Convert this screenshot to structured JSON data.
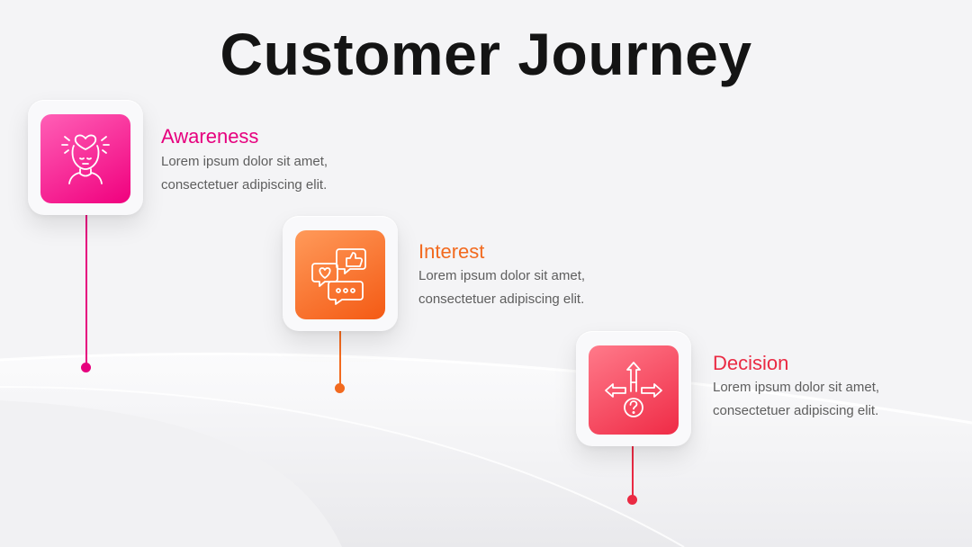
{
  "title": "Customer Journey",
  "steps": [
    {
      "title": "Awareness",
      "line1": "Lorem ipsum dolor sit amet,",
      "line2": "consectetuer adipiscing elit.",
      "icon": "person-with-heart-icon",
      "color": "#e6007e"
    },
    {
      "title": "Interest",
      "line1": "Lorem ipsum dolor sit amet,",
      "line2": "consectetuer adipiscing elit.",
      "icon": "chat-bubbles-icon",
      "color": "#f26a1f"
    },
    {
      "title": "Decision",
      "line1": "Lorem ipsum dolor sit amet,",
      "line2": "consectetuer adipiscing elit.",
      "icon": "crossroads-question-icon",
      "color": "#ea2a43"
    }
  ]
}
